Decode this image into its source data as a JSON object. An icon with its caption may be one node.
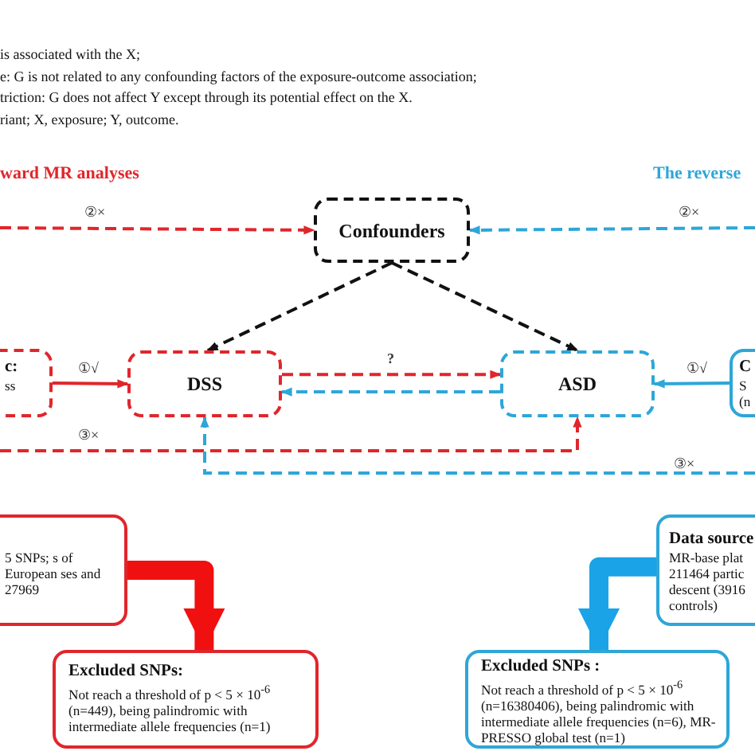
{
  "diagram": {
    "nodes": [
      {
        "text": [
          "Confounders"
        ]
      },
      {
        "text": [
          "c:",
          "ss"
        ]
      },
      {
        "text": [
          "DSS"
        ]
      },
      {
        "text": [
          "ASD"
        ]
      },
      {
        "text": [
          "C",
          "S (n"
        ]
      },
      {
        "text": [
          "5 SNPs; s of European ses and 27969"
        ]
      },
      {
        "text": [
          "Excluded SNPs:",
          "Not reach a threshold of p < 5 × 10$^{-6}$ (n=449), being palindromic with intermediate allele frequencies (n=1)"
        ]
      },
      {
        "text": [
          "Data source",
          "MR-base plat 211464 partic descent (3916 controls)"
        ]
      },
      {
        "text": [
          "Excluded SNPs :",
          "Not reach a threshold of p < 5 × 10$^{-6}$ (n=16380406), being palindromic with intermediate allele frequencies (n=6), MR-PRESSO global test (n=1)"
        ]
      }
    ],
    "edges": [
      {
        "from": null,
        "to": 0,
        "arrow": "to",
        "label": "②×",
        "style": "dashed",
        "color": "#e0262c"
      },
      {
        "from": null,
        "to": 0,
        "arrow": "to",
        "label": "②×",
        "style": "dashed",
        "color": "#2ea6d8"
      },
      {
        "from": 0,
        "to": 2,
        "arrow": "to",
        "style": "dashed",
        "color": "#111111"
      },
      {
        "from": 0,
        "to": 3,
        "arrow": "to",
        "style": "dashed",
        "color": "#111111"
      },
      {
        "from": 1,
        "to": 2,
        "arrow": "to",
        "label": "①√",
        "color": "#e0262c"
      },
      {
        "from": 4,
        "to": 3,
        "arrow": "to",
        "label": "①√",
        "color": "#2ea6d8"
      },
      {
        "from": 2,
        "to": 3,
        "arrow": "to",
        "label": "?",
        "style": "dashed",
        "color": "#e0262c"
      },
      {
        "from": 3,
        "to": 2,
        "arrow": "to",
        "style": "dashed",
        "color": "#2ea6d8"
      },
      {
        "from": null,
        "to": 3,
        "arrow": "to",
        "label": "③×",
        "style": "dashed",
        "color": "#e0262c"
      },
      {
        "from": null,
        "to": 2,
        "arrow": "to",
        "label": "③×",
        "style": "dashed",
        "color": "#2ea6d8"
      },
      {
        "from": 5,
        "to": 6,
        "arrow": "to",
        "style": "thick",
        "color": "#f01010"
      },
      {
        "from": 7,
        "to": 8,
        "arrow": "to",
        "style": "thick",
        "color": "#1aa3e6"
      }
    ],
    "labels": [
      "is associated with the X;",
      "e: G is not related to any confounding factors of the exposure-outcome association;",
      "triction: G does not affect Y except through its potential effect on the X.",
      "riant; X, exposure; Y, outcome.",
      "ward MR analyses",
      "The reverse"
    ]
  }
}
